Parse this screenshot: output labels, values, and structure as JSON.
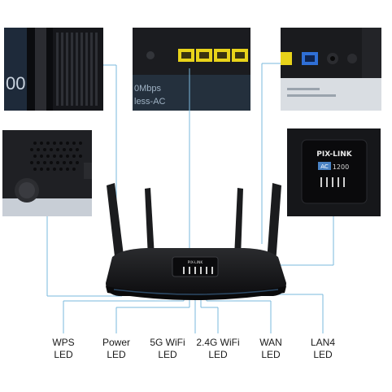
{
  "brand": {
    "name": "PIX-LINK",
    "model_tag": "AC",
    "model_number": "1200"
  },
  "panels": {
    "top_left_fragment": "00",
    "top_center_fragment_1": "0Mbps",
    "top_center_fragment_2": "less-AC"
  },
  "led_labels": [
    {
      "line1": "WPS",
      "line2": "LED"
    },
    {
      "line1": "Power",
      "line2": "LED"
    },
    {
      "line1": "5G WiFi",
      "line2": "LED"
    },
    {
      "line1": "2.4G WiFi",
      "line2": "LED"
    },
    {
      "line1": "WAN",
      "line2": "LED"
    },
    {
      "line1": "LAN4",
      "line2": "LED"
    }
  ],
  "colors": {
    "callout_line": "#7ab8dc",
    "router_body": "#1b1c1e",
    "lan_port": "#e8d31a",
    "wan_port": "#2f6fd6"
  }
}
